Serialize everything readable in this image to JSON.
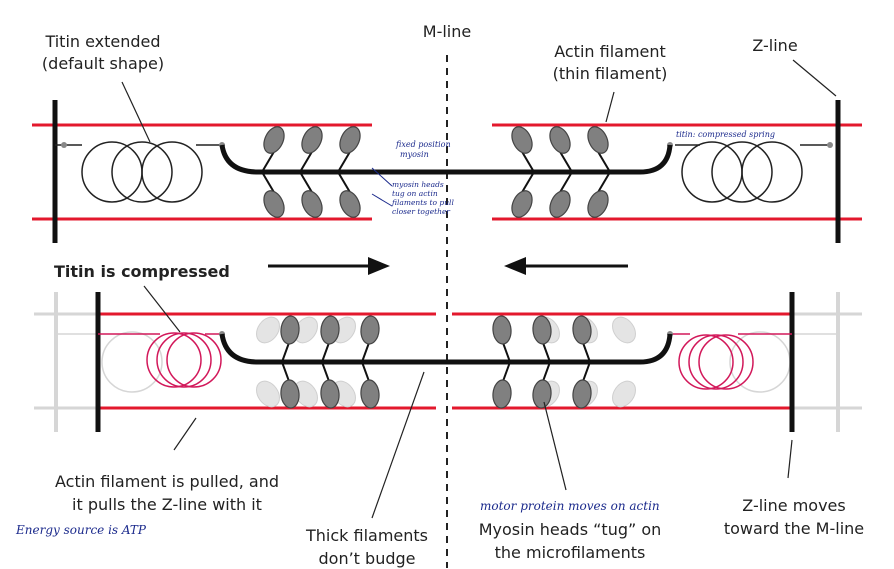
{
  "labels": {
    "m_line": "M-line",
    "titin_extended": "Titin extended",
    "titin_extended_sub": "(default shape)",
    "actin_filament": "Actin filament",
    "actin_filament_sub": "(thin filament)",
    "z_line": "Z-line",
    "titin_compressed": "Titin is compressed",
    "actin_pulled": "Actin filament is pulled, and",
    "actin_pulled_sub": "it pulls the Z-line with it",
    "thick_filaments": "Thick filaments",
    "thick_filaments_sub": "don’t budge",
    "myosin_heads": "Myosin heads “tug” on",
    "myosin_heads_sub": "the microfilaments",
    "z_moves": "Z-line moves",
    "z_moves_sub": "toward the M-line"
  },
  "handwritten": {
    "fixed_position": "fixed position",
    "fixed_position_sub": "myosin",
    "myosin_heads_note": "myosin heads tug on actin filaments to pull closer together",
    "titin_spring": "titin: compressed spring",
    "motor_protein": "motor protein moves on actin",
    "energy_source": "Energy source is ATP"
  },
  "colors": {
    "actin": "#e3182d",
    "titin_compressed": "#d2185a",
    "z_line": "#111111",
    "myosin_head": "#808080",
    "ghost": "#d6d6d6",
    "handwriting": "#1b2a8c"
  }
}
